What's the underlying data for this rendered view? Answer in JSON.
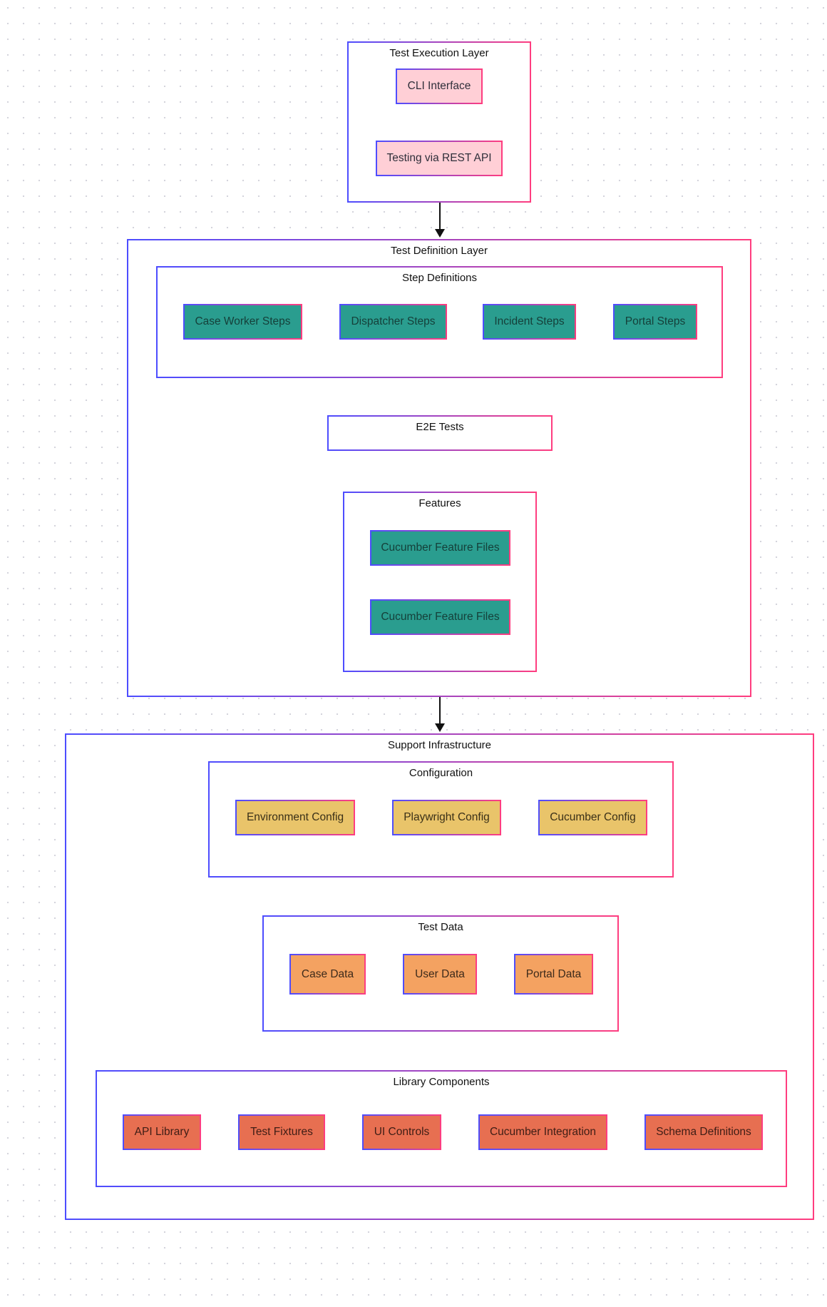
{
  "colors": {
    "border_start": "#4d4dff",
    "border_end": "#ff3d7f",
    "execution_node": "#ffcfd6",
    "definition_node": "#2a9d8f",
    "configuration_node": "#e9c46a",
    "test_data_node": "#f4a261",
    "library_node": "#e76f51"
  },
  "execution_layer": {
    "title": "Test Execution Layer",
    "nodes": [
      "CLI Interface",
      "Testing via REST API"
    ]
  },
  "definition_layer": {
    "title": "Test Definition Layer",
    "step_definitions": {
      "title": "Step Definitions",
      "nodes": [
        "Case Worker Steps",
        "Dispatcher Steps",
        "Incident Steps",
        "Portal Steps"
      ]
    },
    "e2e_tests": {
      "title": "E2E Tests"
    },
    "features": {
      "title": "Features",
      "nodes": [
        "Cucumber Feature Files",
        "Cucumber Feature Files"
      ]
    }
  },
  "support_infrastructure": {
    "title": "Support Infrastructure",
    "configuration": {
      "title": "Configuration",
      "nodes": [
        "Environment Config",
        "Playwright Config",
        "Cucumber Config"
      ]
    },
    "test_data": {
      "title": "Test Data",
      "nodes": [
        "Case Data",
        "User Data",
        "Portal Data"
      ]
    },
    "library_components": {
      "title": "Library Components",
      "nodes": [
        "API Library",
        "Test Fixtures",
        "UI Controls",
        "Cucumber Integration",
        "Schema Definitions"
      ]
    }
  }
}
